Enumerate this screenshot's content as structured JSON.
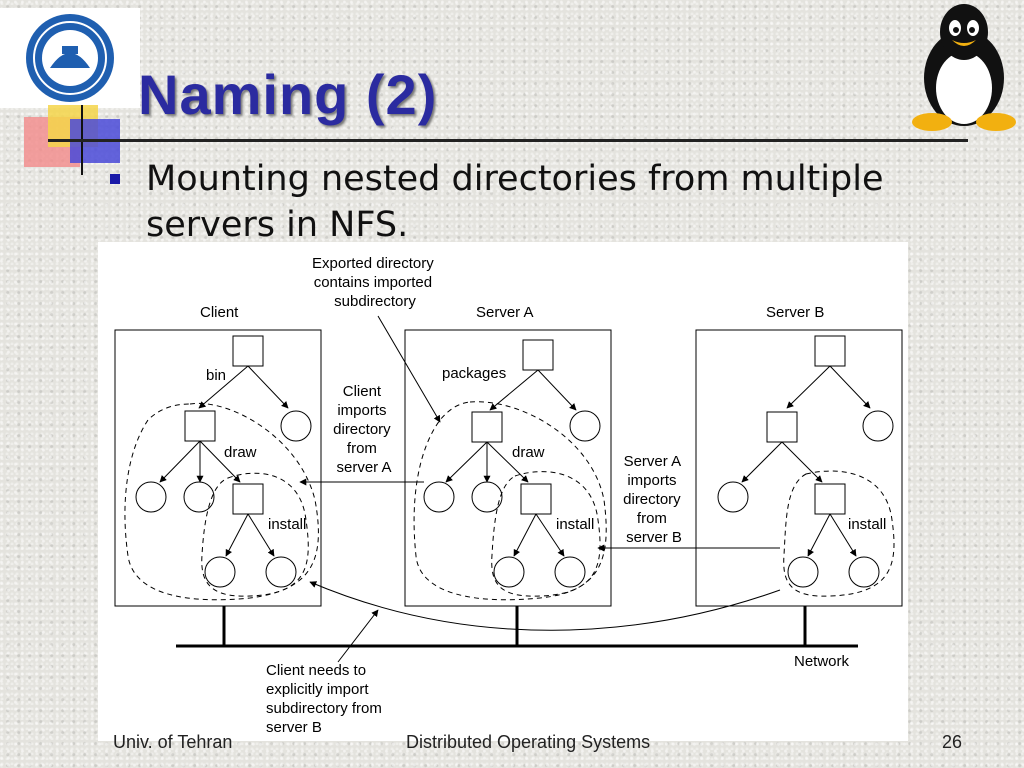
{
  "slide": {
    "title": "Naming (2)",
    "bullet": "Mounting nested directories from multiple servers in NFS."
  },
  "diagram": {
    "client_label": "Client",
    "server_a_label": "Server A",
    "server_b_label": "Server B",
    "exported_note": [
      "Exported directory",
      "contains imported",
      "subdirectory"
    ],
    "client_imports_note": [
      "Client",
      "imports",
      "directory",
      "from",
      "server A"
    ],
    "server_a_imports_note": [
      "Server A",
      "imports",
      "directory",
      "from",
      "server B"
    ],
    "client_needs_note": [
      "Client needs to",
      "explicitly import",
      "subdirectory from",
      "server B"
    ],
    "client_bin": "bin",
    "client_draw": "draw",
    "client_install": "install",
    "server_a_packages": "packages",
    "server_a_draw": "draw",
    "server_a_install": "install",
    "server_b_install": "install",
    "network_label": "Network"
  },
  "footer": {
    "left": "Univ. of Tehran",
    "center": "Distributed Operating Systems",
    "page": "26"
  }
}
